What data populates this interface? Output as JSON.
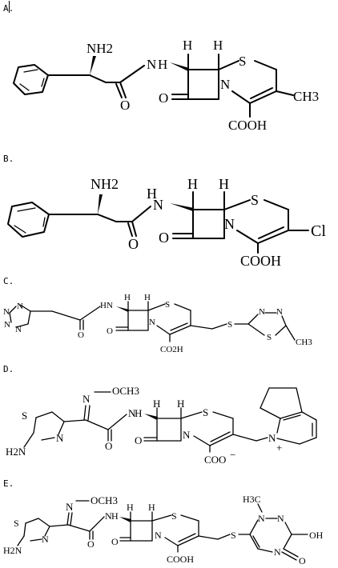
{
  "options": [
    {
      "letter": "A.",
      "labels": {
        "amine": "NH2",
        "nh": "N",
        "nh_h": "H",
        "h1": "H",
        "h2": "H",
        "s": "S",
        "n": "N",
        "o_amide": "O",
        "o_lactam": "O",
        "acid": "COOH",
        "sub": "CH3"
      }
    },
    {
      "letter": "B.",
      "labels": {
        "amine": "NH2",
        "nh": "N",
        "nh_h": "H",
        "h1": "H",
        "h2": "H",
        "s": "S",
        "n": "N",
        "o_amide": "O",
        "o_lactam": "O",
        "acid": "COOH",
        "sub": "Cl"
      }
    },
    {
      "letter": "C.",
      "labels": {
        "tz_n1": "N",
        "tz_n2": "N",
        "tz_n3": "N",
        "tz_n4": "N",
        "nh": "N",
        "nh_h": "H",
        "h1": "H",
        "h2": "H",
        "s": "S",
        "n": "N",
        "o_amide": "O",
        "o_lactam": "O",
        "acid": "CO2H",
        "s_link": "S",
        "td_s": "S",
        "td_n1": "N",
        "td_n2": "N",
        "sub": "CH3"
      }
    },
    {
      "letter": "D.",
      "labels": {
        "methoxy": "OCH3",
        "oxime_n": "N",
        "amine": "H2N",
        "tz_s": "S",
        "tz_n": "N",
        "nh": "N",
        "nh_h": "H",
        "h1": "H",
        "h2": "H",
        "s": "S",
        "n": "N",
        "o_amide": "O",
        "o_lactam": "O",
        "acid": "COO",
        "charge_minus": "−",
        "py_n": "N",
        "charge_plus": "+"
      }
    },
    {
      "letter": "E.",
      "labels": {
        "methoxy": "OCH3",
        "oxime_n": "N",
        "amine": "H2N",
        "tz_s": "S",
        "tz_n": "N",
        "nh": "N",
        "nh_h": "H",
        "h1": "H",
        "h2": "H",
        "s": "S",
        "n": "N",
        "o_amide": "O",
        "o_lactam": "O",
        "acid": "COOH",
        "s_link": "S",
        "tri_me": "H3C",
        "tri_n1": "N",
        "tri_n2": "N",
        "tri_n3": "N",
        "oh": "OH",
        "tri_o": "O"
      }
    }
  ]
}
